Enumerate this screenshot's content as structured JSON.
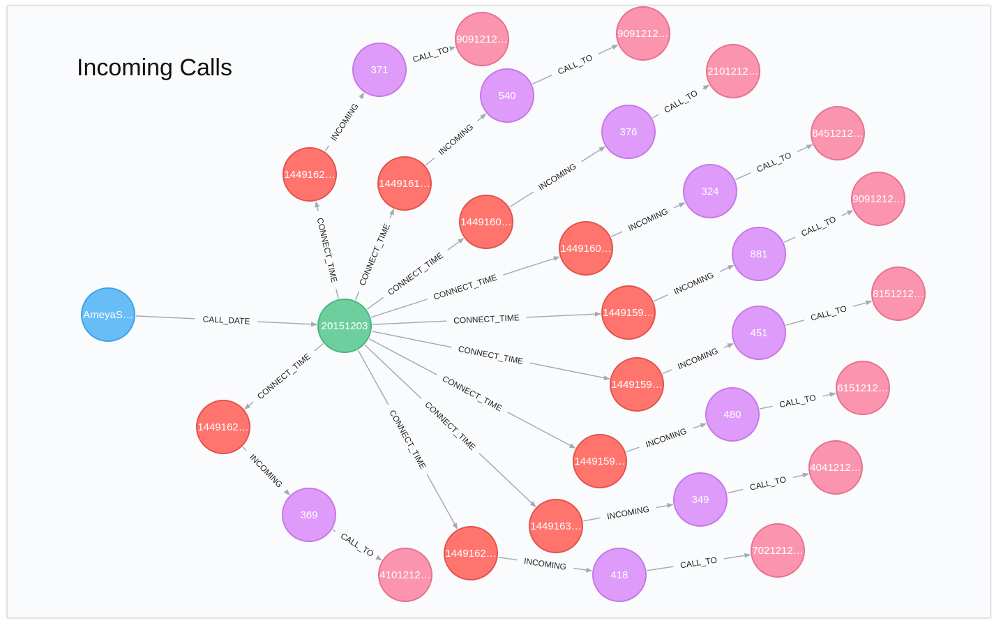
{
  "title": "Incoming Calls",
  "colors": {
    "person": "#68bdf6",
    "date": "#6dce9e",
    "call": "#ff756e",
    "incoming": "#de9bf9",
    "number": "#fb95af",
    "edge": "#a5abb6"
  },
  "nodes": [
    {
      "id": "p",
      "label": "AmeyaS…",
      "type": "person"
    },
    {
      "id": "d",
      "label": "20151203",
      "type": "date"
    },
    {
      "id": "c1",
      "label": "1449162…",
      "type": "call"
    },
    {
      "id": "c2",
      "label": "1449161…",
      "type": "call"
    },
    {
      "id": "c3",
      "label": "1449160…",
      "type": "call"
    },
    {
      "id": "c4",
      "label": "1449160…",
      "type": "call"
    },
    {
      "id": "c5",
      "label": "1449159…",
      "type": "call"
    },
    {
      "id": "c6",
      "label": "1449159…",
      "type": "call"
    },
    {
      "id": "c7",
      "label": "1449159…",
      "type": "call"
    },
    {
      "id": "c8",
      "label": "1449163…",
      "type": "call"
    },
    {
      "id": "c9",
      "label": "1449162…",
      "type": "call"
    },
    {
      "id": "c10",
      "label": "1449162…",
      "type": "call"
    },
    {
      "id": "i1",
      "label": "371",
      "type": "incoming"
    },
    {
      "id": "i2",
      "label": "540",
      "type": "incoming"
    },
    {
      "id": "i3",
      "label": "376",
      "type": "incoming"
    },
    {
      "id": "i4",
      "label": "324",
      "type": "incoming"
    },
    {
      "id": "i5",
      "label": "881",
      "type": "incoming"
    },
    {
      "id": "i6",
      "label": "451",
      "type": "incoming"
    },
    {
      "id": "i7",
      "label": "480",
      "type": "incoming"
    },
    {
      "id": "i8",
      "label": "349",
      "type": "incoming"
    },
    {
      "id": "i9",
      "label": "418",
      "type": "incoming"
    },
    {
      "id": "i10",
      "label": "369",
      "type": "incoming"
    },
    {
      "id": "n1",
      "label": "9091212…",
      "type": "number"
    },
    {
      "id": "n2",
      "label": "9091212…",
      "type": "number"
    },
    {
      "id": "n3",
      "label": "2101212…",
      "type": "number"
    },
    {
      "id": "n4",
      "label": "8451212…",
      "type": "number"
    },
    {
      "id": "n5",
      "label": "9091212…",
      "type": "number"
    },
    {
      "id": "n6",
      "label": "8151212…",
      "type": "number"
    },
    {
      "id": "n7",
      "label": "6151212…",
      "type": "number"
    },
    {
      "id": "n8",
      "label": "4041212…",
      "type": "number"
    },
    {
      "id": "n9",
      "label": "7021212…",
      "type": "number"
    },
    {
      "id": "n10",
      "label": "4101212…",
      "type": "number"
    }
  ],
  "edges": [
    {
      "from": "p",
      "to": "d",
      "label": "CALL_DATE"
    },
    {
      "from": "d",
      "to": "c1",
      "label": "CONNECT_TIME"
    },
    {
      "from": "d",
      "to": "c2",
      "label": "CONNECT_TIME"
    },
    {
      "from": "d",
      "to": "c3",
      "label": "CONNECT_TIME"
    },
    {
      "from": "d",
      "to": "c4",
      "label": "CONNECT_TIME"
    },
    {
      "from": "d",
      "to": "c5",
      "label": "CONNECT_TIME"
    },
    {
      "from": "d",
      "to": "c6",
      "label": "CONNECT_TIME"
    },
    {
      "from": "d",
      "to": "c7",
      "label": "CONNECT_TIME"
    },
    {
      "from": "d",
      "to": "c8",
      "label": "CONNECT_TIME"
    },
    {
      "from": "d",
      "to": "c9",
      "label": "CONNECT_TIME"
    },
    {
      "from": "d",
      "to": "c10",
      "label": "CONNECT_TIME"
    },
    {
      "from": "c1",
      "to": "i1",
      "label": "INCOMING"
    },
    {
      "from": "c2",
      "to": "i2",
      "label": "INCOMING"
    },
    {
      "from": "c3",
      "to": "i3",
      "label": "INCOMING"
    },
    {
      "from": "c4",
      "to": "i4",
      "label": "INCOMING"
    },
    {
      "from": "c5",
      "to": "i5",
      "label": "INCOMING"
    },
    {
      "from": "c6",
      "to": "i6",
      "label": "INCOMING"
    },
    {
      "from": "c7",
      "to": "i7",
      "label": "INCOMING"
    },
    {
      "from": "c8",
      "to": "i8",
      "label": "INCOMING"
    },
    {
      "from": "c9",
      "to": "i9",
      "label": "INCOMING"
    },
    {
      "from": "c10",
      "to": "i10",
      "label": "INCOMING"
    },
    {
      "from": "i1",
      "to": "n1",
      "label": "CALL_TO"
    },
    {
      "from": "i2",
      "to": "n2",
      "label": "CALL_TO"
    },
    {
      "from": "i3",
      "to": "n3",
      "label": "CALL_TO"
    },
    {
      "from": "i4",
      "to": "n4",
      "label": "CALL_TO"
    },
    {
      "from": "i5",
      "to": "n5",
      "label": "CALL_TO"
    },
    {
      "from": "i6",
      "to": "n6",
      "label": "CALL_TO"
    },
    {
      "from": "i7",
      "to": "n7",
      "label": "CALL_TO"
    },
    {
      "from": "i8",
      "to": "n8",
      "label": "CALL_TO"
    },
    {
      "from": "i9",
      "to": "n9",
      "label": "CALL_TO"
    },
    {
      "from": "i10",
      "to": "n10",
      "label": "CALL_TO"
    }
  ]
}
